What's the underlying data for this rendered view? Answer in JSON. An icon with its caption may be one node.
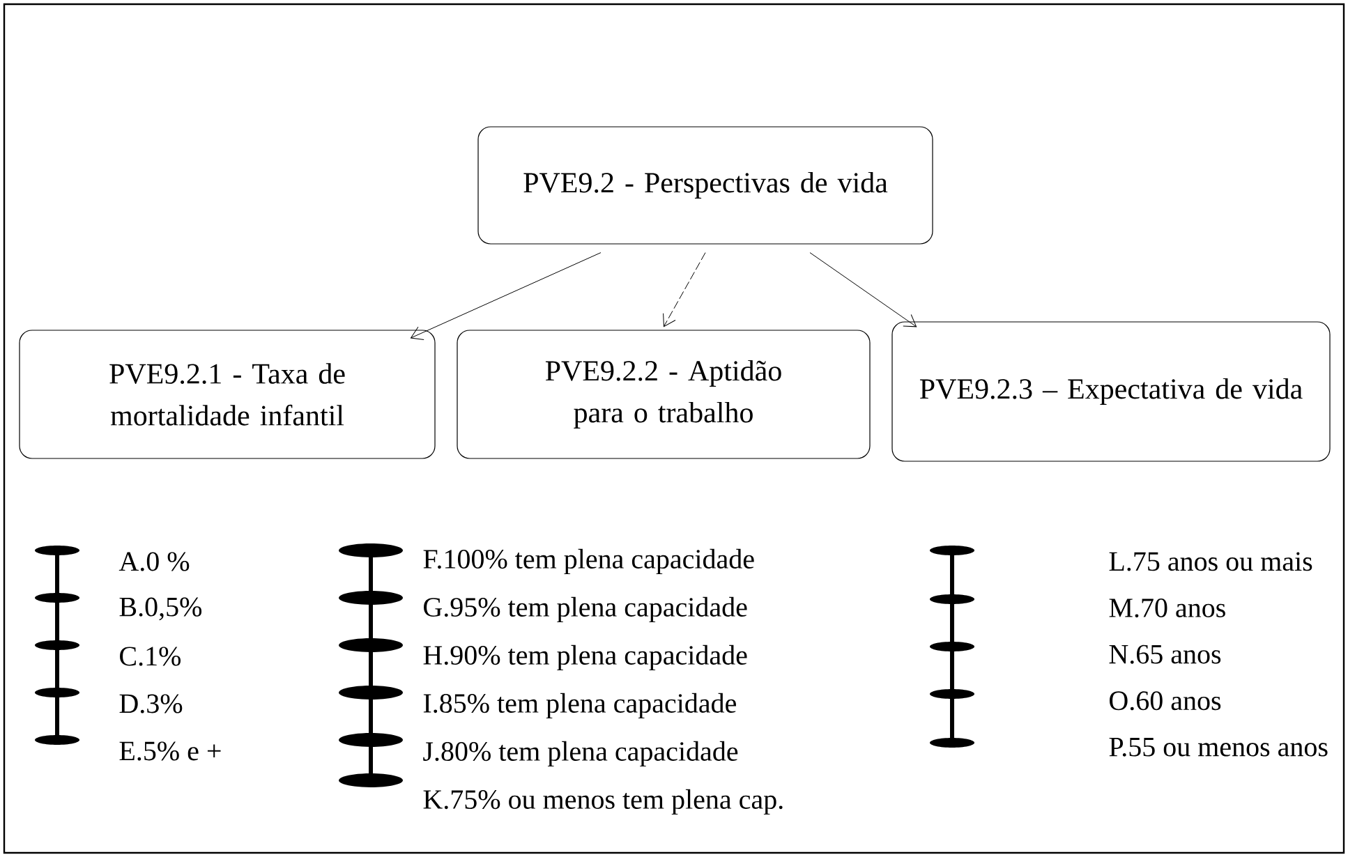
{
  "diagram": {
    "nodes": [
      {
        "text": [
          "PVE9.2 - Perspectivas de vida"
        ]
      },
      {
        "text": [
          "PVE9.2.1 - Taxa de mortalidade infantil"
        ]
      },
      {
        "text": [
          "PVE9.2.2 - Aptidão para o trabalho"
        ]
      },
      {
        "text": [
          "PVE9.2.3 – Expectativa de vida"
        ]
      }
    ],
    "edges": [
      {
        "from": 0,
        "to": 1,
        "arrow": "to"
      },
      {
        "from": 0,
        "to": 2,
        "arrow": "to",
        "style": "dashed"
      },
      {
        "from": 0,
        "to": 3,
        "arrow": "to"
      }
    ],
    "labels": [
      "A.0 %",
      "B.0,5%",
      "C.1%",
      "D.3%",
      "E.5% e +",
      "F.100% tem plena capacidade",
      "G.95% tem plena capacidade",
      "H.90% tem plena  capacidade",
      "I.85% tem plena capacidade",
      "J.80% tem plena capacidade",
      "K.75% ou menos tem plena cap.",
      "L.75 anos ou mais",
      "M.70 anos",
      "N.65 anos",
      "O.60 anos",
      "P.55 ou menos anos"
    ]
  }
}
